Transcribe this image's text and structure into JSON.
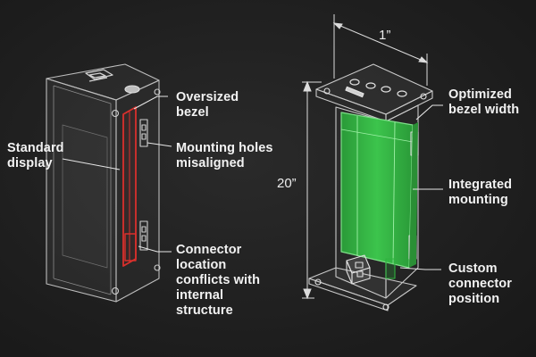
{
  "left_device": {
    "labels": {
      "standard_display": "Standard\ndisplay",
      "oversized_bezel": "Oversized\nbezel",
      "mounting_holes": "Mounting holes\nmisaligned",
      "connector_conflict": "Connector\nlocation\nconflicts with\ninternal\nstructure"
    }
  },
  "right_device": {
    "dimensions": {
      "width": "1”",
      "height": "20”"
    },
    "labels": {
      "optimized_bezel": "Optimized\nbezel width",
      "integrated_mounting": "Integrated\nmounting",
      "custom_connector": "Custom\nconnector\nposition"
    }
  },
  "colors": {
    "background": "#1f1f1f",
    "outline": "#c9c9c9",
    "conflict_red": "#d9302c",
    "display_green": "#2fb33f",
    "text": "#f2f2f2"
  }
}
